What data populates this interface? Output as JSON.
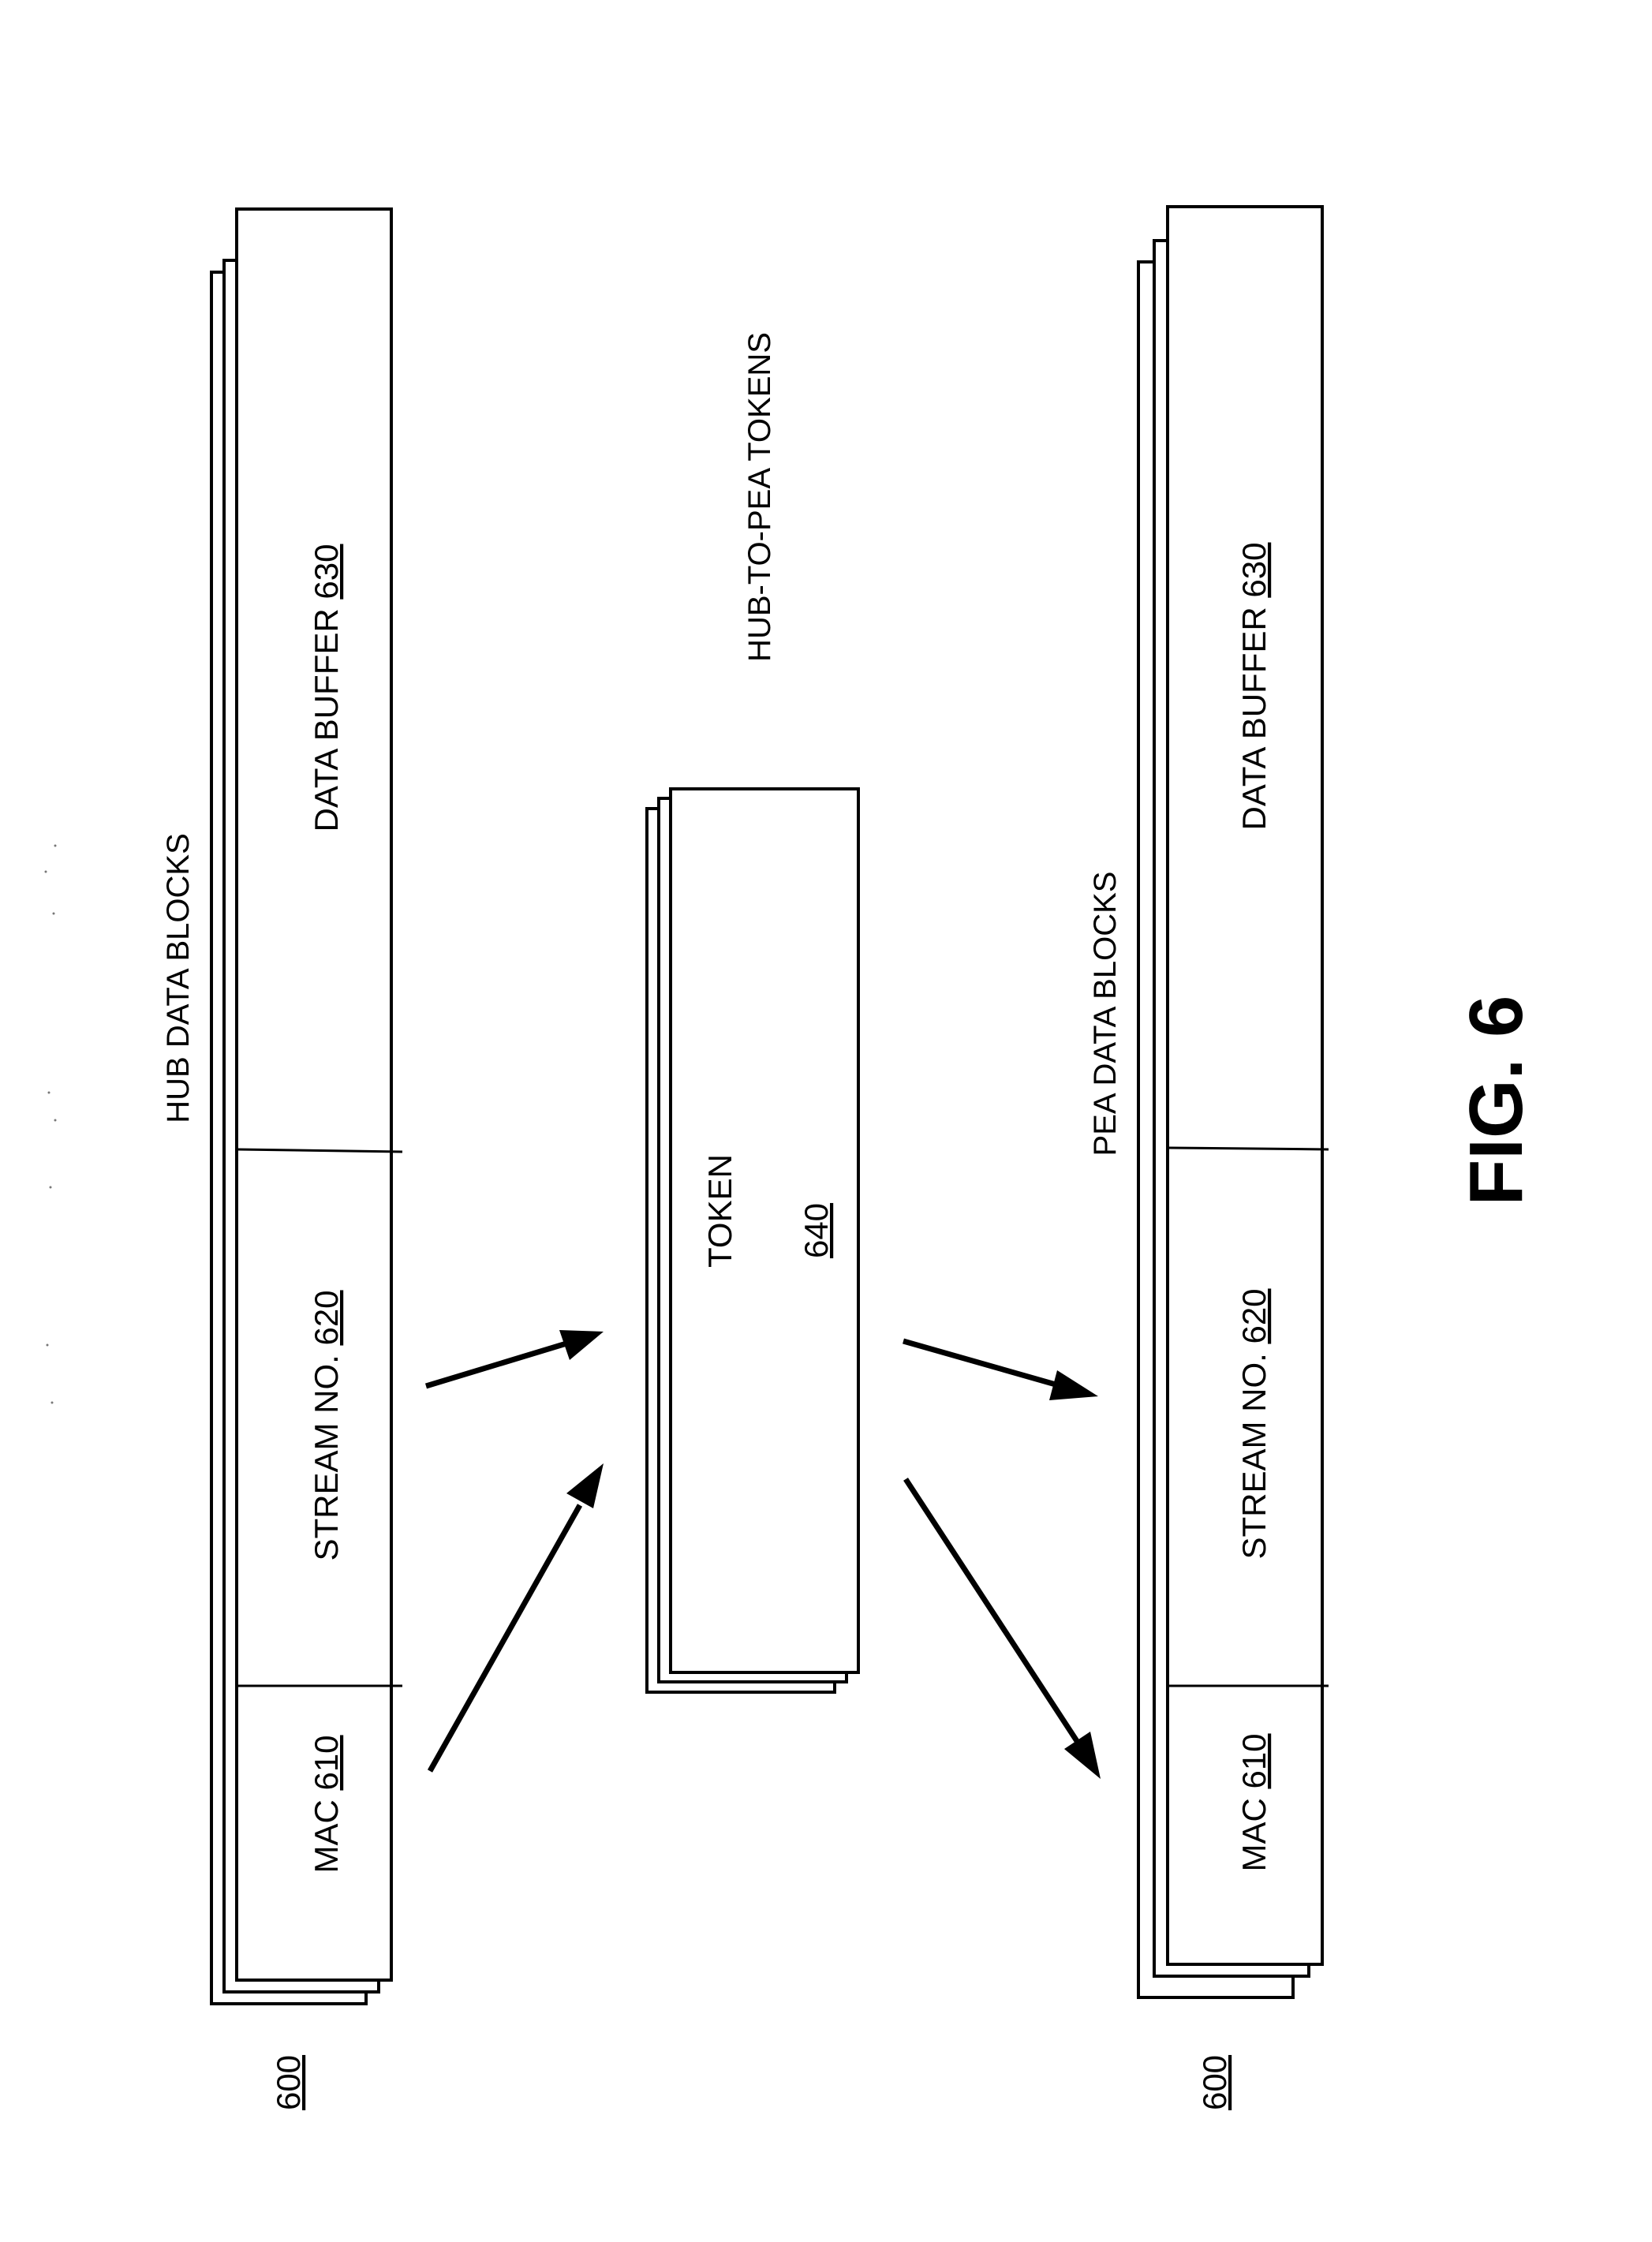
{
  "figure": {
    "label": "FIG. 6"
  },
  "hub_group": {
    "ref_number": "600",
    "title": "HUB DATA BLOCKS",
    "fields": {
      "mac": {
        "label": "MAC",
        "ref": "610"
      },
      "stream": {
        "label": "STREAM NO.",
        "ref": "620"
      },
      "buffer": {
        "label": "DATA BUFFER",
        "ref": "630"
      }
    }
  },
  "token_group": {
    "title": "HUB-TO-PEA TOKENS",
    "label": "TOKEN",
    "ref": "640"
  },
  "pea_group": {
    "ref_number": "600",
    "title": "PEA DATA BLOCKS",
    "fields": {
      "mac": {
        "label": "MAC",
        "ref": "610"
      },
      "stream": {
        "label": "STREAM NO.",
        "ref": "620"
      },
      "buffer": {
        "label": "DATA BUFFER",
        "ref": "630"
      }
    }
  }
}
